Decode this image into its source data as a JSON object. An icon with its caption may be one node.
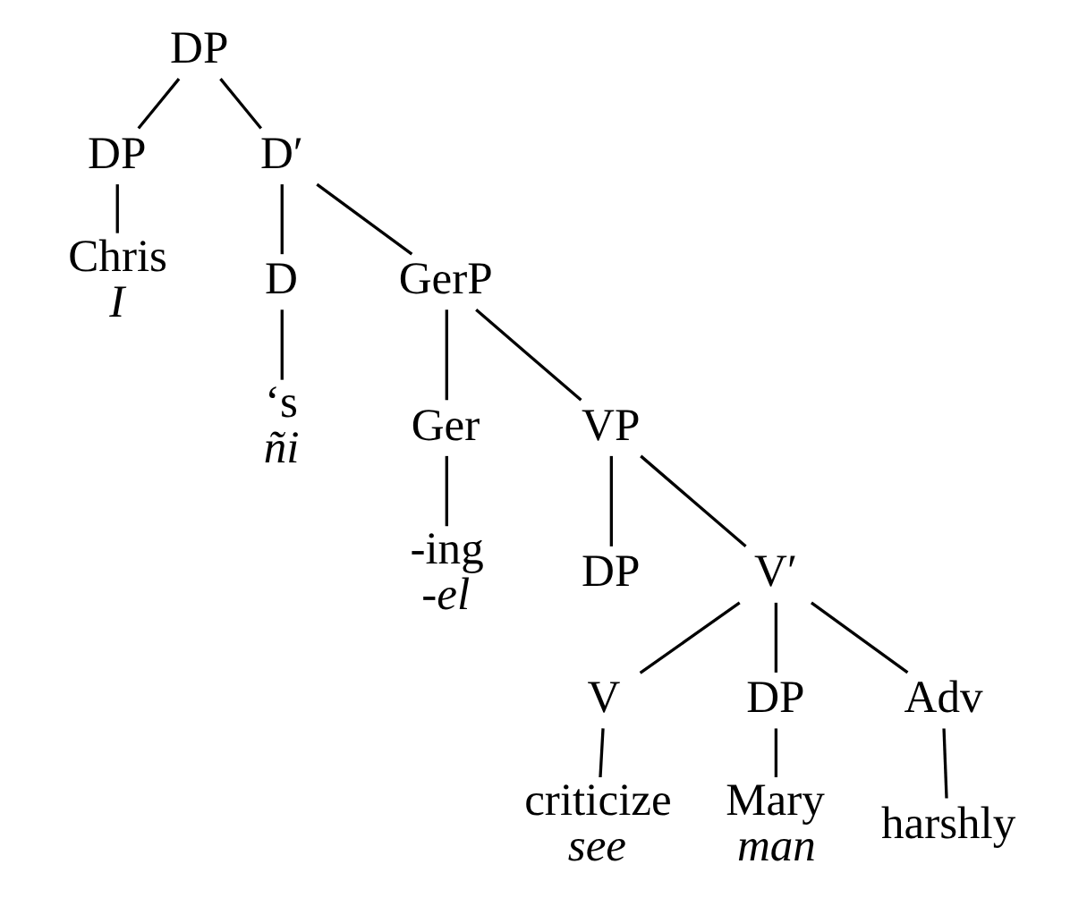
{
  "diagram": {
    "nodes": [
      {
        "text": [
          "DP"
        ]
      },
      {
        "text": [
          "DP"
        ]
      },
      {
        "text": [
          "D′"
        ]
      },
      {
        "text": [
          "Chris",
          "I"
        ]
      },
      {
        "text": [
          "D"
        ]
      },
      {
        "text": [
          "GerP"
        ]
      },
      {
        "text": [
          "‘s",
          "ñi"
        ]
      },
      {
        "text": [
          "Ger"
        ]
      },
      {
        "text": [
          "VP"
        ]
      },
      {
        "text": [
          "-ing",
          "-el"
        ]
      },
      {
        "text": [
          "DP"
        ]
      },
      {
        "text": [
          "V′"
        ]
      },
      {
        "text": [
          "V"
        ]
      },
      {
        "text": [
          "DP"
        ]
      },
      {
        "text": [
          "Adv"
        ]
      },
      {
        "text": [
          "criticize",
          "see"
        ]
      },
      {
        "text": [
          "Mary",
          "man"
        ]
      },
      {
        "text": [
          "harshly"
        ]
      }
    ],
    "edges": [
      {
        "from": 0,
        "to": 1,
        "arrow": "none"
      },
      {
        "from": 0,
        "to": 2,
        "arrow": "none"
      },
      {
        "from": 1,
        "to": 3,
        "arrow": "none"
      },
      {
        "from": 2,
        "to": 4,
        "arrow": "none"
      },
      {
        "from": 2,
        "to": 5,
        "arrow": "none"
      },
      {
        "from": 4,
        "to": 6,
        "arrow": "none"
      },
      {
        "from": 5,
        "to": 7,
        "arrow": "none"
      },
      {
        "from": 5,
        "to": 8,
        "arrow": "none"
      },
      {
        "from": 7,
        "to": 9,
        "arrow": "none"
      },
      {
        "from": 8,
        "to": 10,
        "arrow": "none"
      },
      {
        "from": 8,
        "to": 11,
        "arrow": "none"
      },
      {
        "from": 11,
        "to": 12,
        "arrow": "none"
      },
      {
        "from": 11,
        "to": 13,
        "arrow": "none"
      },
      {
        "from": 11,
        "to": 14,
        "arrow": "none"
      },
      {
        "from": 12,
        "to": 15,
        "arrow": "none"
      },
      {
        "from": 13,
        "to": 16,
        "arrow": "none"
      },
      {
        "from": 14,
        "to": 17,
        "arrow": "none"
      }
    ]
  }
}
